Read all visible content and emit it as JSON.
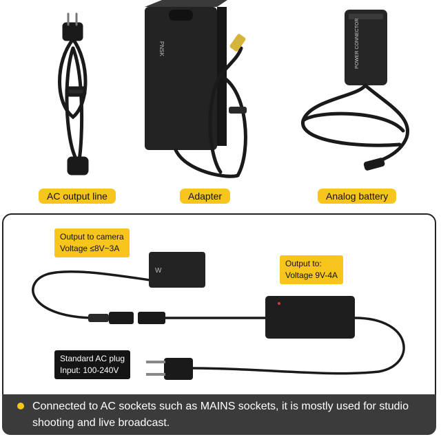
{
  "labels": {
    "ac_output_line": "AC output line",
    "adapter": "Adapter",
    "analog_battery": "Analog battery"
  },
  "adapter_face_text": "PNSK",
  "battery_face_text": "POWER CONNECTOR",
  "callouts": {
    "camera_output": [
      "Output to camera",
      "Voltage ≤8V~3A"
    ],
    "adapter_output": [
      "Output to:",
      "Voltage 9V-4A"
    ],
    "ac_plug": [
      "Standard AC plug",
      "Input: 100-240V"
    ]
  },
  "bottom_note": "Connected to AC sockets such as MAINS sockets, it is mostly used for studio shooting and live broadcast.",
  "colors": {
    "accent": "#f7c51c",
    "dark": "#141414",
    "panel": "#3b3b3b"
  }
}
